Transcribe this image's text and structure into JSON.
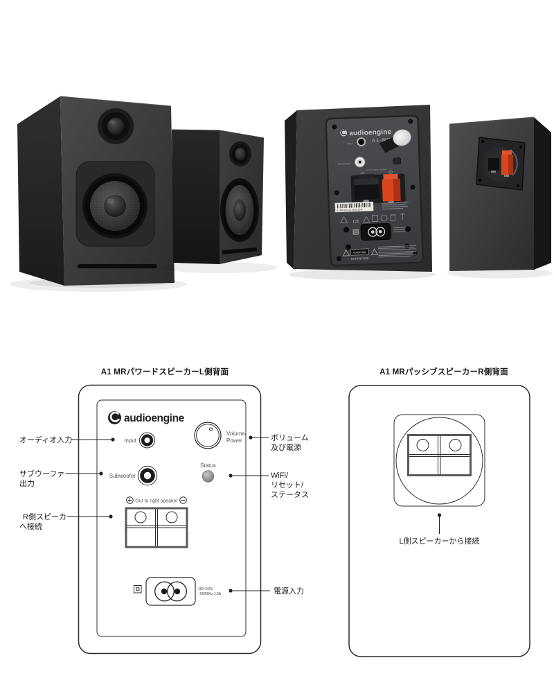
{
  "colors": {
    "accent_red": "#d8451f",
    "diagram_line": "#2b2b2b",
    "speaker_body": "#3a3a3d"
  },
  "photos": {
    "back_panel": {
      "brand": "audioengine",
      "model": "A1-MR",
      "input_label": "Input",
      "subwoofer_label": "Subwoofer",
      "out_label": "Out to right speaker",
      "serial": "A1MR20121000019G",
      "ce": "CE",
      "caution": "CAUTION",
      "attention": "ATTENTION"
    }
  },
  "diagram_left": {
    "title": "A1 MRパワードスピーカーL側背面",
    "panel": {
      "brand": "audioengine",
      "input": "Input",
      "volume1": "Volume/",
      "volume2": "Power",
      "subwoofer": "Subwoofer",
      "status": "Status",
      "out_to_right": "Out to right speaker",
      "rating1": "100-240V",
      "rating2": "~50/60Hz 1.5A"
    },
    "callouts": {
      "audio_input": "オーディオ入力",
      "subwoofer1": "サブウーファー",
      "subwoofer2": "出力",
      "r_speaker1": "R側スピーカー",
      "r_speaker2": "へ接続",
      "volume1": "ボリューム",
      "volume2": "及び電源",
      "wifi1": "WiFi/",
      "wifi2": "リセット/",
      "wifi3": "ステータス",
      "power": "電源入力"
    }
  },
  "diagram_right": {
    "title": "A1 MRパッシブスピーカーR側背面",
    "callout": "L側スピーカーから接続"
  }
}
